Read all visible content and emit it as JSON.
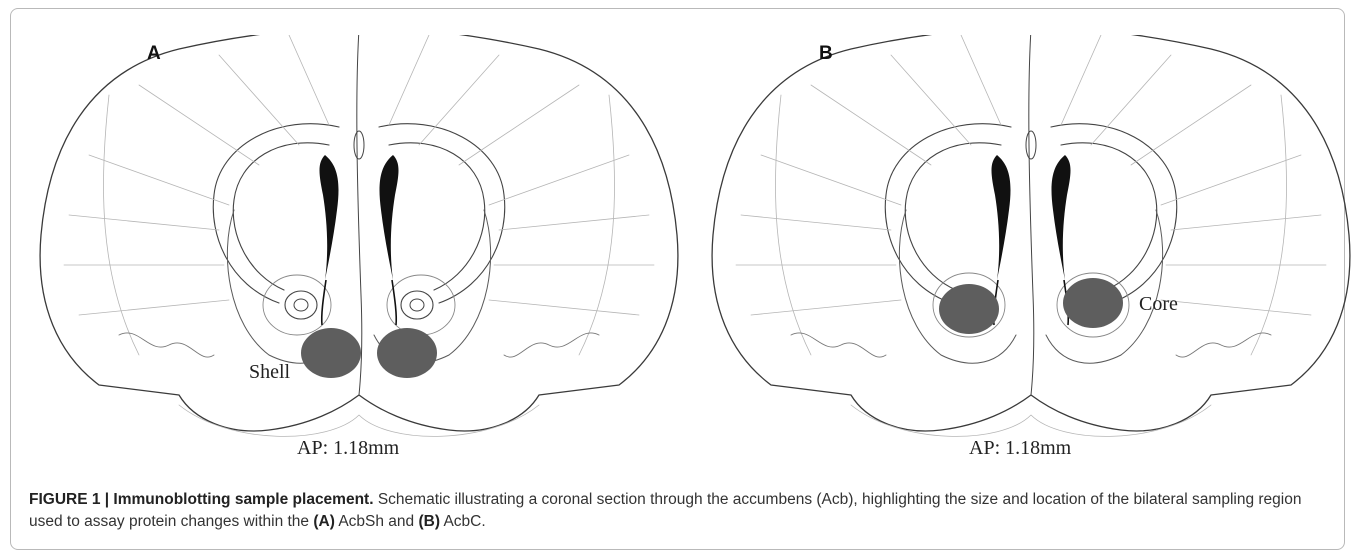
{
  "panels": [
    {
      "letter": "A",
      "region_label": "Shell",
      "ap_label": "AP: 1.18mm"
    },
    {
      "letter": "B",
      "region_label": "Core",
      "ap_label": "AP: 1.18mm"
    }
  ],
  "caption": {
    "figure_label": "FIGURE 1 | Immunoblotting sample placement.",
    "text_1": " Schematic illustrating a coronal section through the accumbens (Acb), highlighting the size and location of the bilateral sampling region used to assay protein changes within the ",
    "ref_a": "(A)",
    "text_2": " AcbSh and ",
    "ref_b": "(B)",
    "text_3": " AcbC."
  },
  "colors": {
    "outline": "#3a3a3a",
    "faint_line": "#b5b5b5",
    "sample_fill": "#5e5e5e",
    "ventricle": "#111111"
  }
}
